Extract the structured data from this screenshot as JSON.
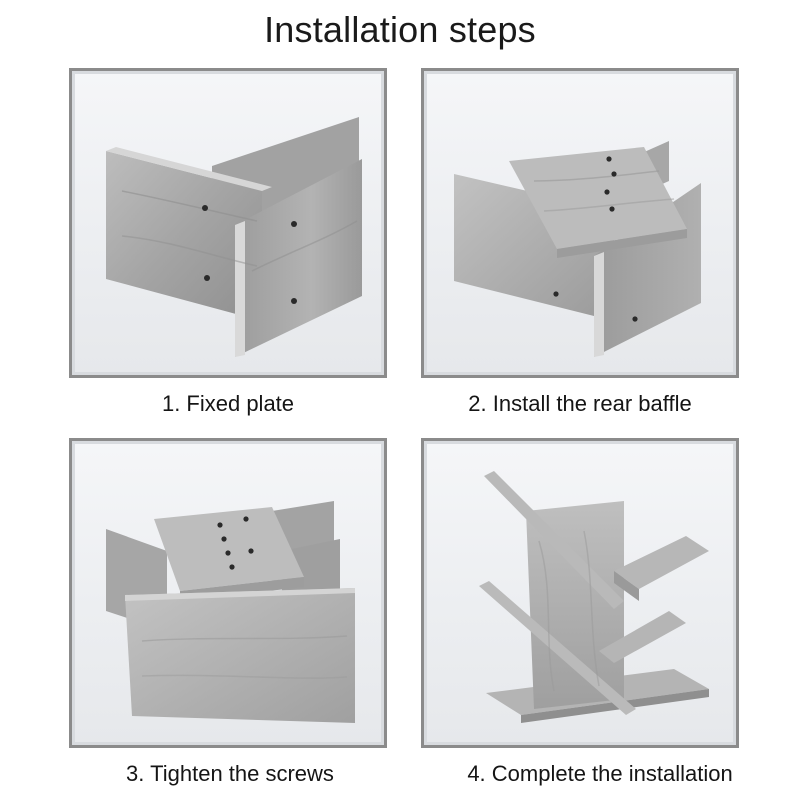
{
  "page": {
    "title": "Installation steps"
  },
  "steps": [
    {
      "caption": "1. Fixed plate"
    },
    {
      "caption": "2. Install the rear baffle"
    },
    {
      "caption": "3. Tighten the screws"
    },
    {
      "caption": "4. Complete the installation"
    }
  ],
  "colors": {
    "panel_border": "#8b8b8b",
    "panel_bg": "#eceef1",
    "wood_light": "#c9c9c9",
    "wood_mid": "#a9a9a9",
    "wood_dark": "#8a8a8a",
    "wood_edge": "#d8d8d8"
  }
}
